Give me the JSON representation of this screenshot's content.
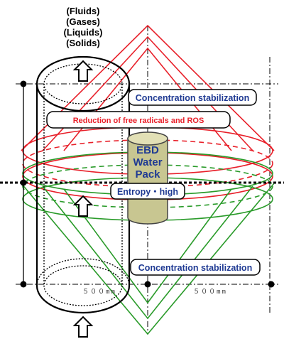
{
  "phases": [
    "(Fluids)",
    "(Gases)",
    "(Liquids)",
    "(Solids)"
  ],
  "labels": {
    "concentration_top": "Concentration stabilization",
    "reduction": "Reduction of free radicals and ROS",
    "entropy": "Entropy・high",
    "concentration_bottom": "Concentration stabilization"
  },
  "water_pack": [
    "EBD",
    "Water",
    "Pack"
  ],
  "dimensions": {
    "left": "５００mm",
    "right": "５００mm"
  },
  "colors": {
    "red": "#e8202a",
    "green": "#2a9b2a",
    "text_blue": "#1f3a93",
    "pack_fill": "#c8c691"
  }
}
